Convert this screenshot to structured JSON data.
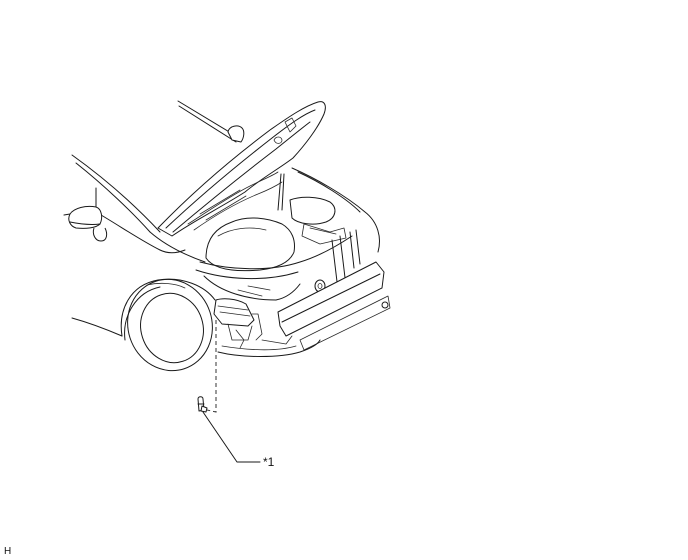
{
  "figure": {
    "subject": "Vehicle front with hood open, showing location of part *1 below front bumper",
    "callouts": [
      {
        "id": "*1",
        "label": "*1"
      }
    ],
    "figure_code": "H"
  },
  "colors": {
    "line": "#1a1a1a",
    "background": "#ffffff"
  }
}
